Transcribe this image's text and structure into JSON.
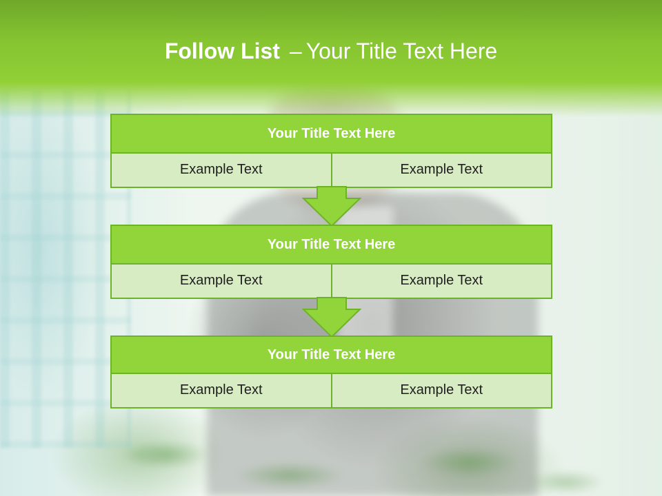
{
  "slide": {
    "title_bold": "Follow List",
    "title_separator": "–",
    "title_rest": "Your Title Text Here",
    "accent_color": "#92d53a",
    "cell_color": "#d8ecc4",
    "blocks": [
      {
        "title": "Your Title Text Here",
        "left": "Example Text",
        "right": "Example Text"
      },
      {
        "title": "Your Title Text Here",
        "left": "Example Text",
        "right": "Example Text"
      },
      {
        "title": "Your Title Text Here",
        "left": "Example Text",
        "right": "Example Text"
      }
    ],
    "arrow_icon": "down-arrow-icon"
  }
}
